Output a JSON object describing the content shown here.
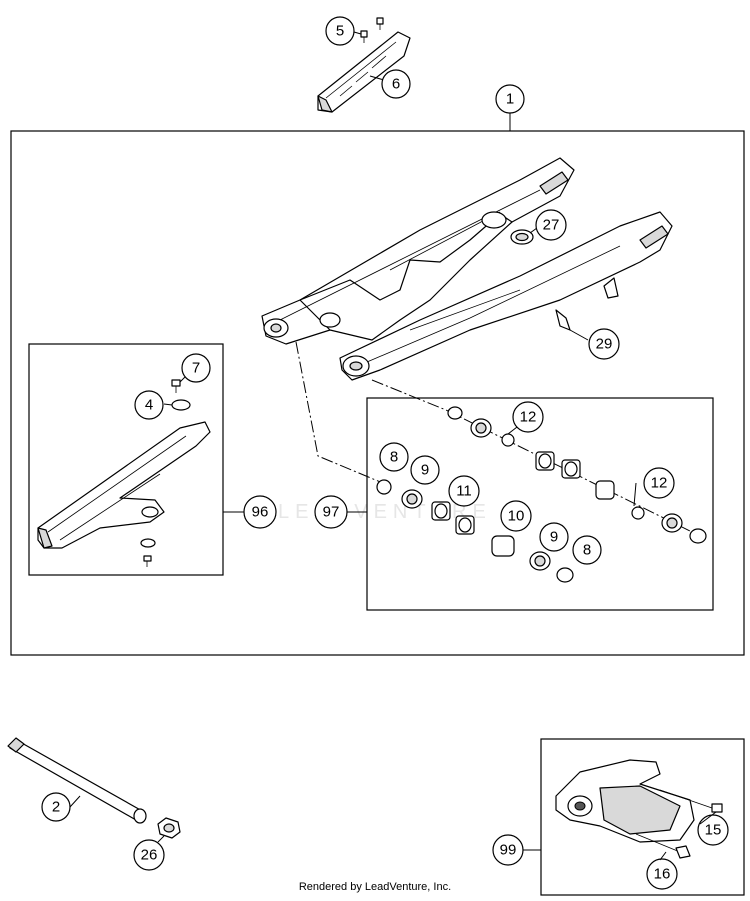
{
  "diagram": {
    "watermark": "LEADVENTURE",
    "footer": "Rendered by LeadVenture, Inc."
  },
  "callouts": [
    {
      "id": "c1",
      "label": "1"
    },
    {
      "id": "c5",
      "label": "5"
    },
    {
      "id": "c6",
      "label": "6"
    },
    {
      "id": "c27",
      "label": "27"
    },
    {
      "id": "c29",
      "label": "29"
    },
    {
      "id": "c7",
      "label": "7"
    },
    {
      "id": "c4",
      "label": "4"
    },
    {
      "id": "c96",
      "label": "96"
    },
    {
      "id": "c12a",
      "label": "12"
    },
    {
      "id": "c8a",
      "label": "8"
    },
    {
      "id": "c9a",
      "label": "9"
    },
    {
      "id": "c11",
      "label": "11"
    },
    {
      "id": "c97",
      "label": "97"
    },
    {
      "id": "c10",
      "label": "10"
    },
    {
      "id": "c12b",
      "label": "12"
    },
    {
      "id": "c9b",
      "label": "9"
    },
    {
      "id": "c8b",
      "label": "8"
    },
    {
      "id": "c2",
      "label": "2"
    },
    {
      "id": "c26",
      "label": "26"
    },
    {
      "id": "c99",
      "label": "99"
    },
    {
      "id": "c15",
      "label": "15"
    },
    {
      "id": "c16",
      "label": "16"
    }
  ]
}
